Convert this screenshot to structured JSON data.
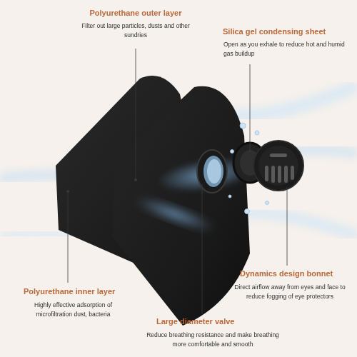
{
  "diagram": {
    "labels": [
      "Polyurethane outer layer",
      "Filter out large particles, dusts and other sundries",
      "Silica gel condensing sheet",
      "Open as you exhale to reduce hot and humid gas buildup",
      "Polyurethane inner layer",
      "Highly effective adsorption of microfiltration dust, bacteria",
      "Dynamics design bonnet",
      "Direct airflow away from eyes and face to reduce fogging of eye protectors",
      "Large diameter valve",
      "Reduce breathing resistance and make breathing more comfortable and smooth"
    ]
  }
}
